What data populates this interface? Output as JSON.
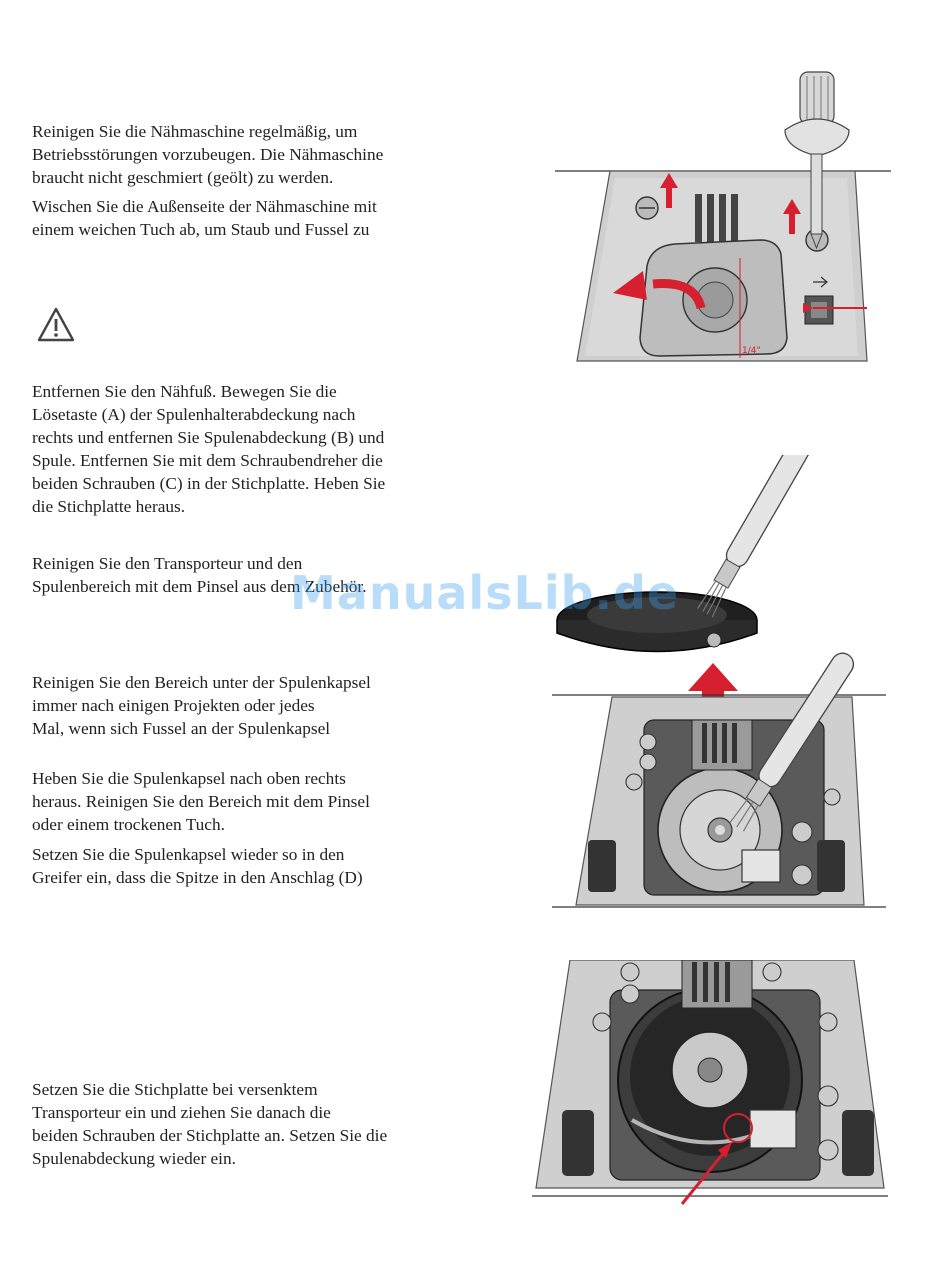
{
  "paragraphs": {
    "p1": "Reinigen Sie die Nähmaschine regelmäßig, um\nBetriebsstörungen vorzubeugen. Die Nähmaschine\nbraucht nicht geschmiert (geölt) zu werden.",
    "p2": "Wischen Sie die Außenseite der Nähmaschine mit\neinem weichen Tuch ab, um Staub und Fussel zu",
    "p3": "Entfernen Sie den Nähfuß. Bewegen Sie die\nLösetaste (A) der Spulenhalterabdeckung nach\nrechts und entfernen Sie Spulenabdeckung (B) und\nSpule. Entfernen Sie mit dem Schraubendreher die\nbeiden Schrauben (C) in der Stichplatte. Heben Sie\ndie Stichplatte heraus.",
    "p4": "Reinigen Sie den Transporteur und den\nSpulenbereich mit dem Pinsel aus dem Zubehör.",
    "p5": "Reinigen Sie den Bereich unter der Spulenkapsel\nimmer nach einigen Projekten oder jedes\nMal, wenn sich Fussel an der Spulenkapsel",
    "p6": "Heben Sie die Spulenkapsel nach oben rechts\nheraus. Reinigen Sie den Bereich mit dem Pinsel\noder einem trockenen Tuch.",
    "p7": "Setzen Sie die Spulenkapsel wieder so in den\nGreifer ein, dass die Spitze in den Anschlag (D)",
    "p8": "Setzen Sie die Stichplatte bei versenktem\nTransporteur ein und ziehen Sie danach die\nbeiden Schrauben der Stichplatte an. Setzen Sie die\nSpulenabdeckung wieder ein."
  },
  "figures": {
    "fig1_scale_label": "1/4\""
  },
  "watermark": "ManualsLib.de",
  "colors": {
    "accent_red": "#d6202f",
    "plate_gray": "#c9c9c9",
    "dark": "#2a2a2a"
  },
  "icons": {
    "warning": "warning-triangle-icon"
  }
}
